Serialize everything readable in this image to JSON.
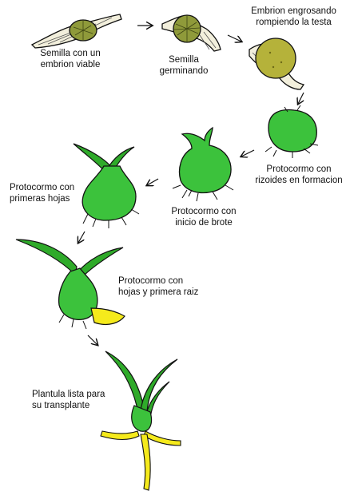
{
  "stages": [
    {
      "id": "semilla-viable",
      "label": "Semilla con un\nembrion viable"
    },
    {
      "id": "semilla-germinando",
      "label": "Semilla\ngerminando"
    },
    {
      "id": "embrion-engrosando",
      "label": "Embrion engrosando\nrompiendo la testa"
    },
    {
      "id": "protocormo-rizoides",
      "label": "Protocormo con\nrizoides en formacion"
    },
    {
      "id": "protocormo-brote",
      "label": "Protocormo con\ninicio de brote"
    },
    {
      "id": "protocormo-primeras-hojas",
      "label": "Protocormo con\nprimeras hojas"
    },
    {
      "id": "protocormo-hojas-raiz",
      "label": "Protocormo con\nhojas y primera raiz"
    },
    {
      "id": "plantula-lista",
      "label": "Plantula lista para\nsu transplante"
    }
  ],
  "colors": {
    "seed_coat": "#f2efdc",
    "embryo": "#8f9a3a",
    "embryo_thick": "#b5b23a",
    "protocorm": "#3cc23c",
    "leaf": "#2faa2a",
    "root": "#f5ea1c",
    "outline": "#111111"
  }
}
